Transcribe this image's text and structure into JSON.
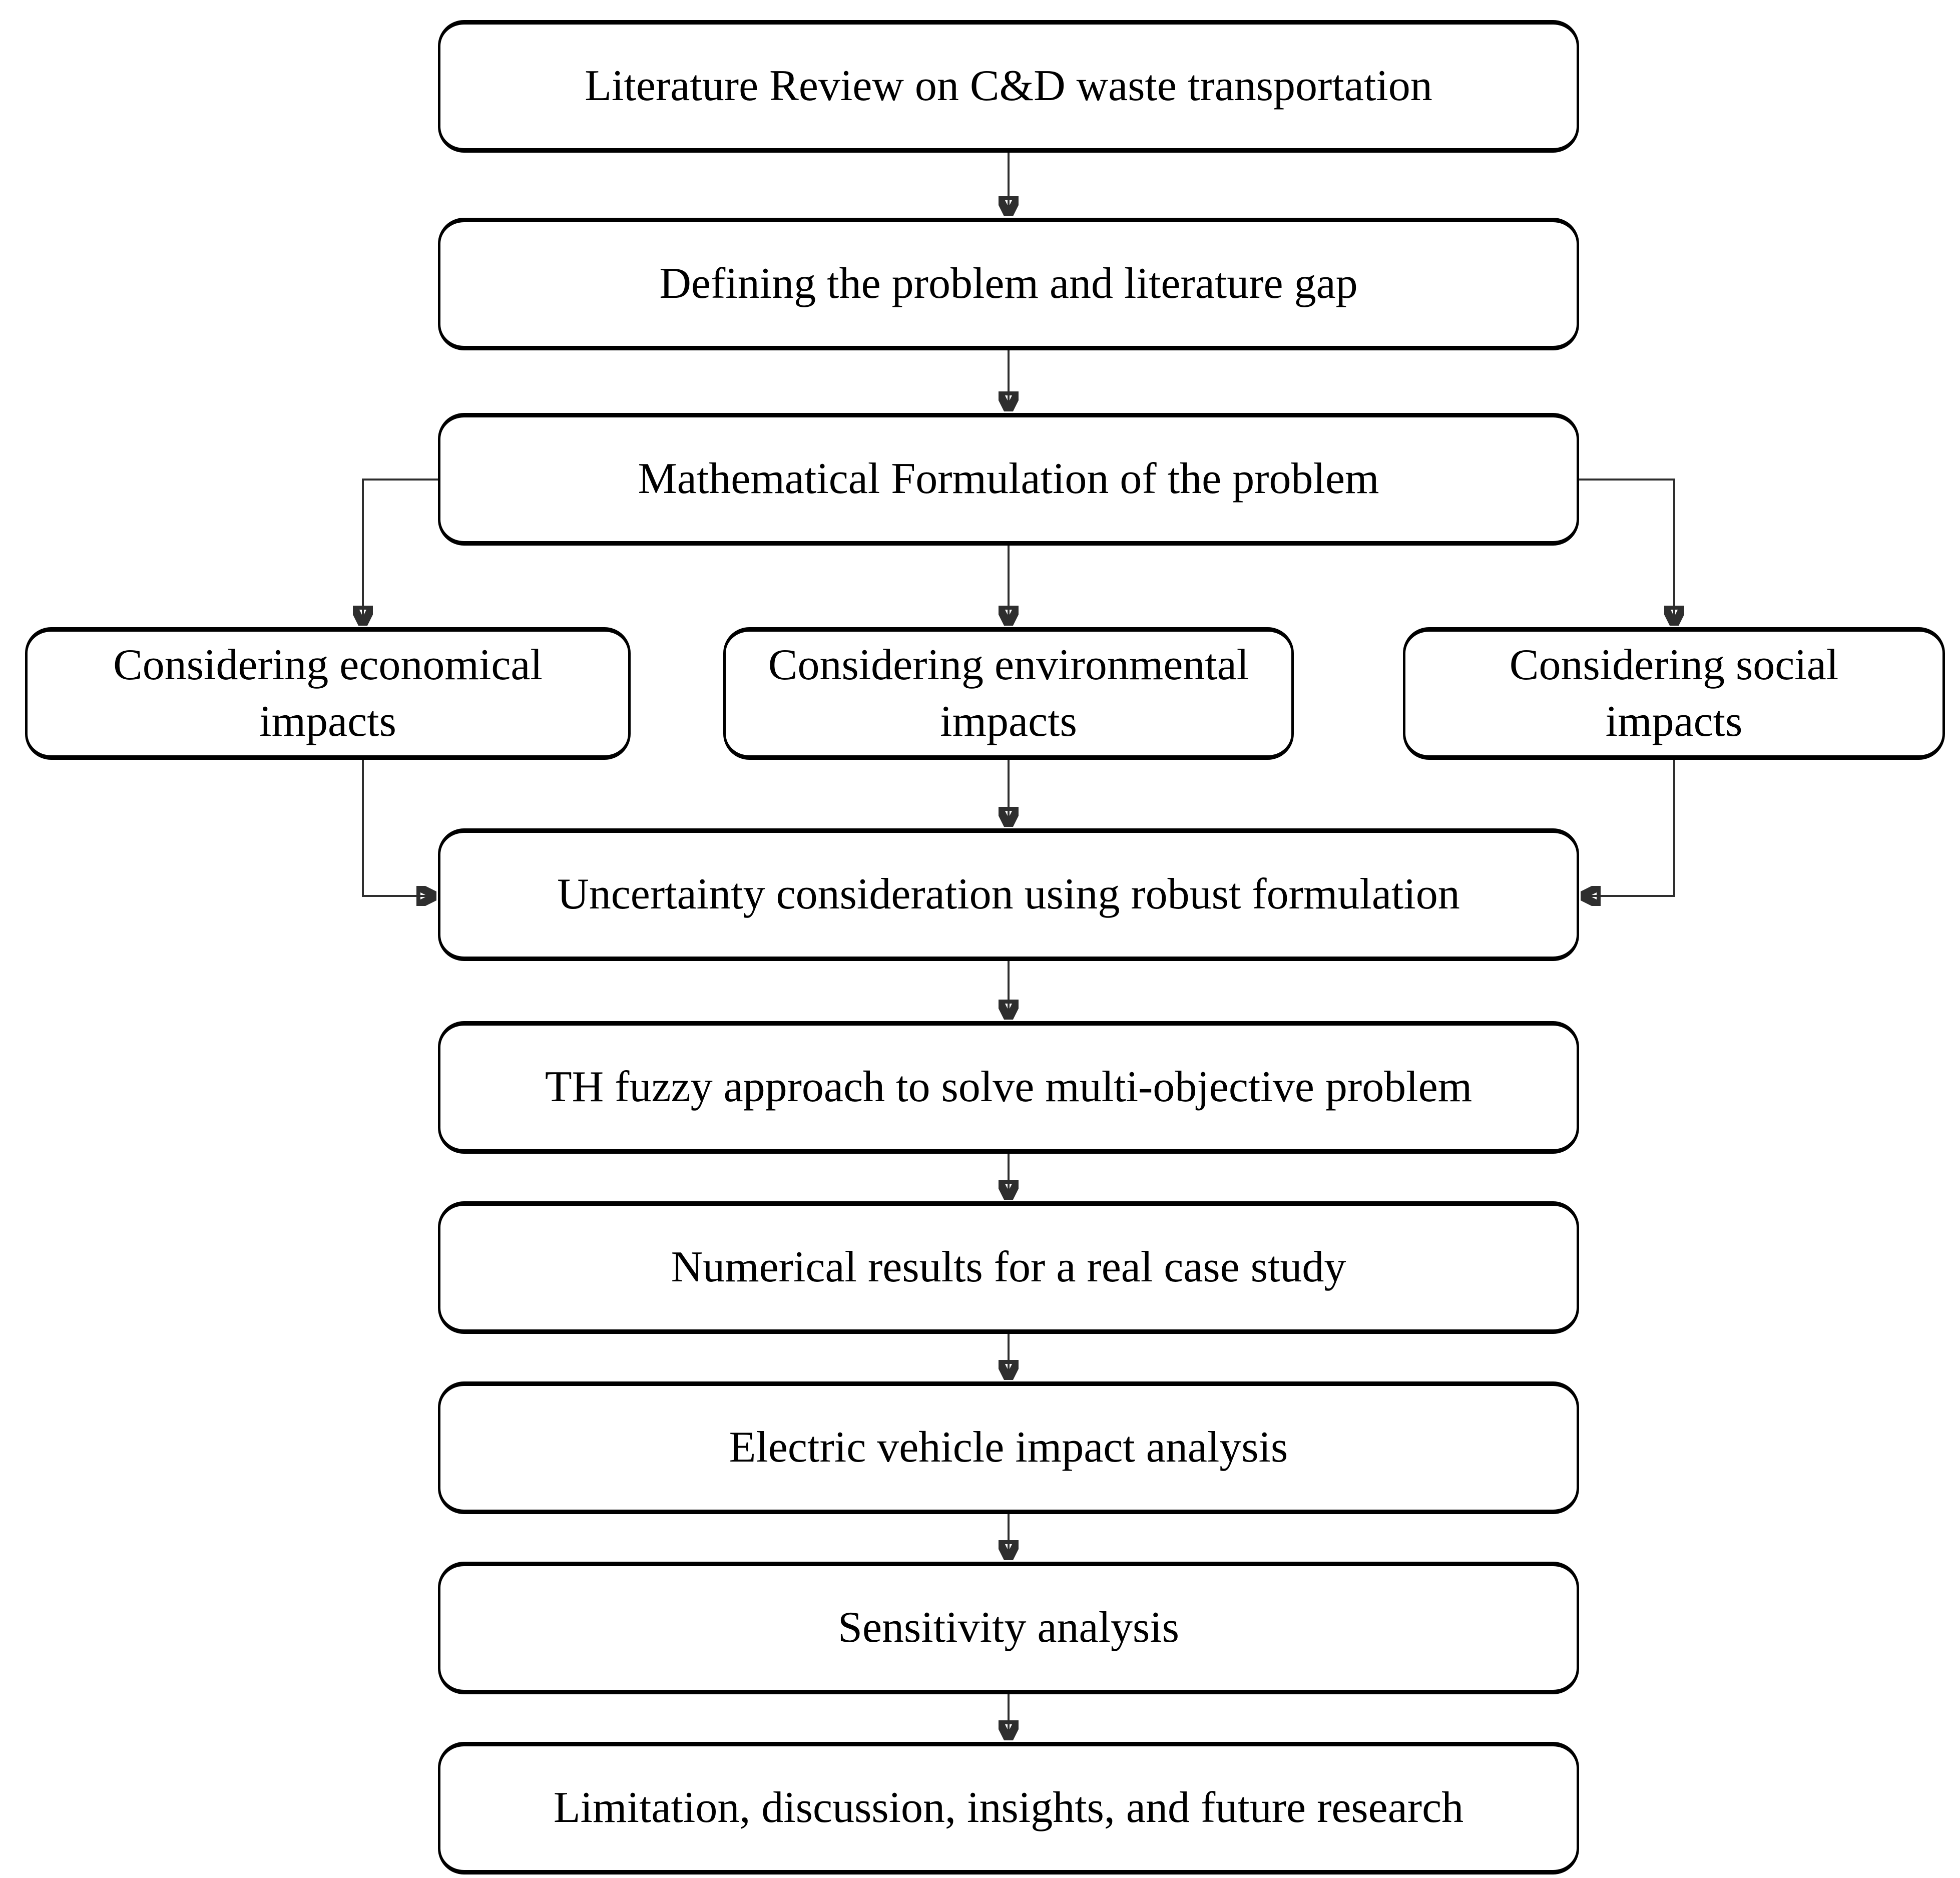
{
  "diagram": {
    "type": "flowchart",
    "background": "#ffffff",
    "node_fill": "#ffffff",
    "node_border_color": "#000000",
    "connector_color": "#2e2e2e"
  },
  "nodes": [
    {
      "id": "literature-review",
      "label": "Literature Review on C&D waste transportation"
    },
    {
      "id": "defining-problem",
      "label": "Defining the problem and literature gap"
    },
    {
      "id": "mathematical-formulation",
      "label": "Mathematical Formulation of the problem"
    },
    {
      "id": "considering-economical",
      "label": "Considering economical impacts"
    },
    {
      "id": "considering-environmental",
      "label": "Considering environmental impacts"
    },
    {
      "id": "considering-social",
      "label": "Considering social impacts"
    },
    {
      "id": "uncertainty",
      "label": "Uncertainty consideration using robust formulation"
    },
    {
      "id": "th-fuzzy",
      "label": "TH fuzzy approach to solve multi-objective problem"
    },
    {
      "id": "numerical-results",
      "label": "Numerical results for a real case study"
    },
    {
      "id": "ev-impact",
      "label": "Electric vehicle impact analysis"
    },
    {
      "id": "sensitivity",
      "label": "Sensitivity analysis"
    },
    {
      "id": "limitation",
      "label": "Limitation, discussion, insights, and future research"
    }
  ],
  "edges": [
    {
      "from": "literature-review",
      "to": "defining-problem"
    },
    {
      "from": "defining-problem",
      "to": "mathematical-formulation"
    },
    {
      "from": "mathematical-formulation",
      "to": "considering-economical"
    },
    {
      "from": "mathematical-formulation",
      "to": "considering-environmental"
    },
    {
      "from": "mathematical-formulation",
      "to": "considering-social"
    },
    {
      "from": "considering-economical",
      "to": "uncertainty"
    },
    {
      "from": "considering-environmental",
      "to": "uncertainty"
    },
    {
      "from": "considering-social",
      "to": "uncertainty"
    },
    {
      "from": "uncertainty",
      "to": "th-fuzzy"
    },
    {
      "from": "th-fuzzy",
      "to": "numerical-results"
    },
    {
      "from": "numerical-results",
      "to": "ev-impact"
    },
    {
      "from": "ev-impact",
      "to": "sensitivity"
    },
    {
      "from": "sensitivity",
      "to": "limitation"
    }
  ]
}
